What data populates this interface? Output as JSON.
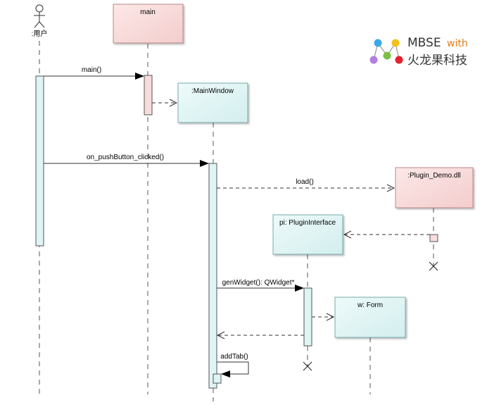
{
  "actor": {
    "label": ":用户"
  },
  "lifelines": {
    "main": "main",
    "mainwindow": ":MainWindow",
    "plugin_demo": ":Plugin_Demo.dll",
    "plugininterface": "pi: PluginInterface",
    "form": "w: Form"
  },
  "messages": {
    "main_call": "main()",
    "pushbutton": "on_pushButton_clicked()",
    "load": "load()",
    "genwidget": "genWidget(): QWidget*",
    "addtab": "addTab()"
  },
  "brand": {
    "title": "MBSE",
    "with": "with",
    "subtitle": "火龙果科技"
  },
  "colors": {
    "pink": "#f8dcdc",
    "cyan": "#dff4f4",
    "accent_orange": "#e07a1a",
    "dot_blue": "#3aa9e8",
    "dot_yellow": "#f2c21a",
    "dot_purple": "#b47de0",
    "dot_green": "#7ac043",
    "dot_red": "#e5202a"
  }
}
